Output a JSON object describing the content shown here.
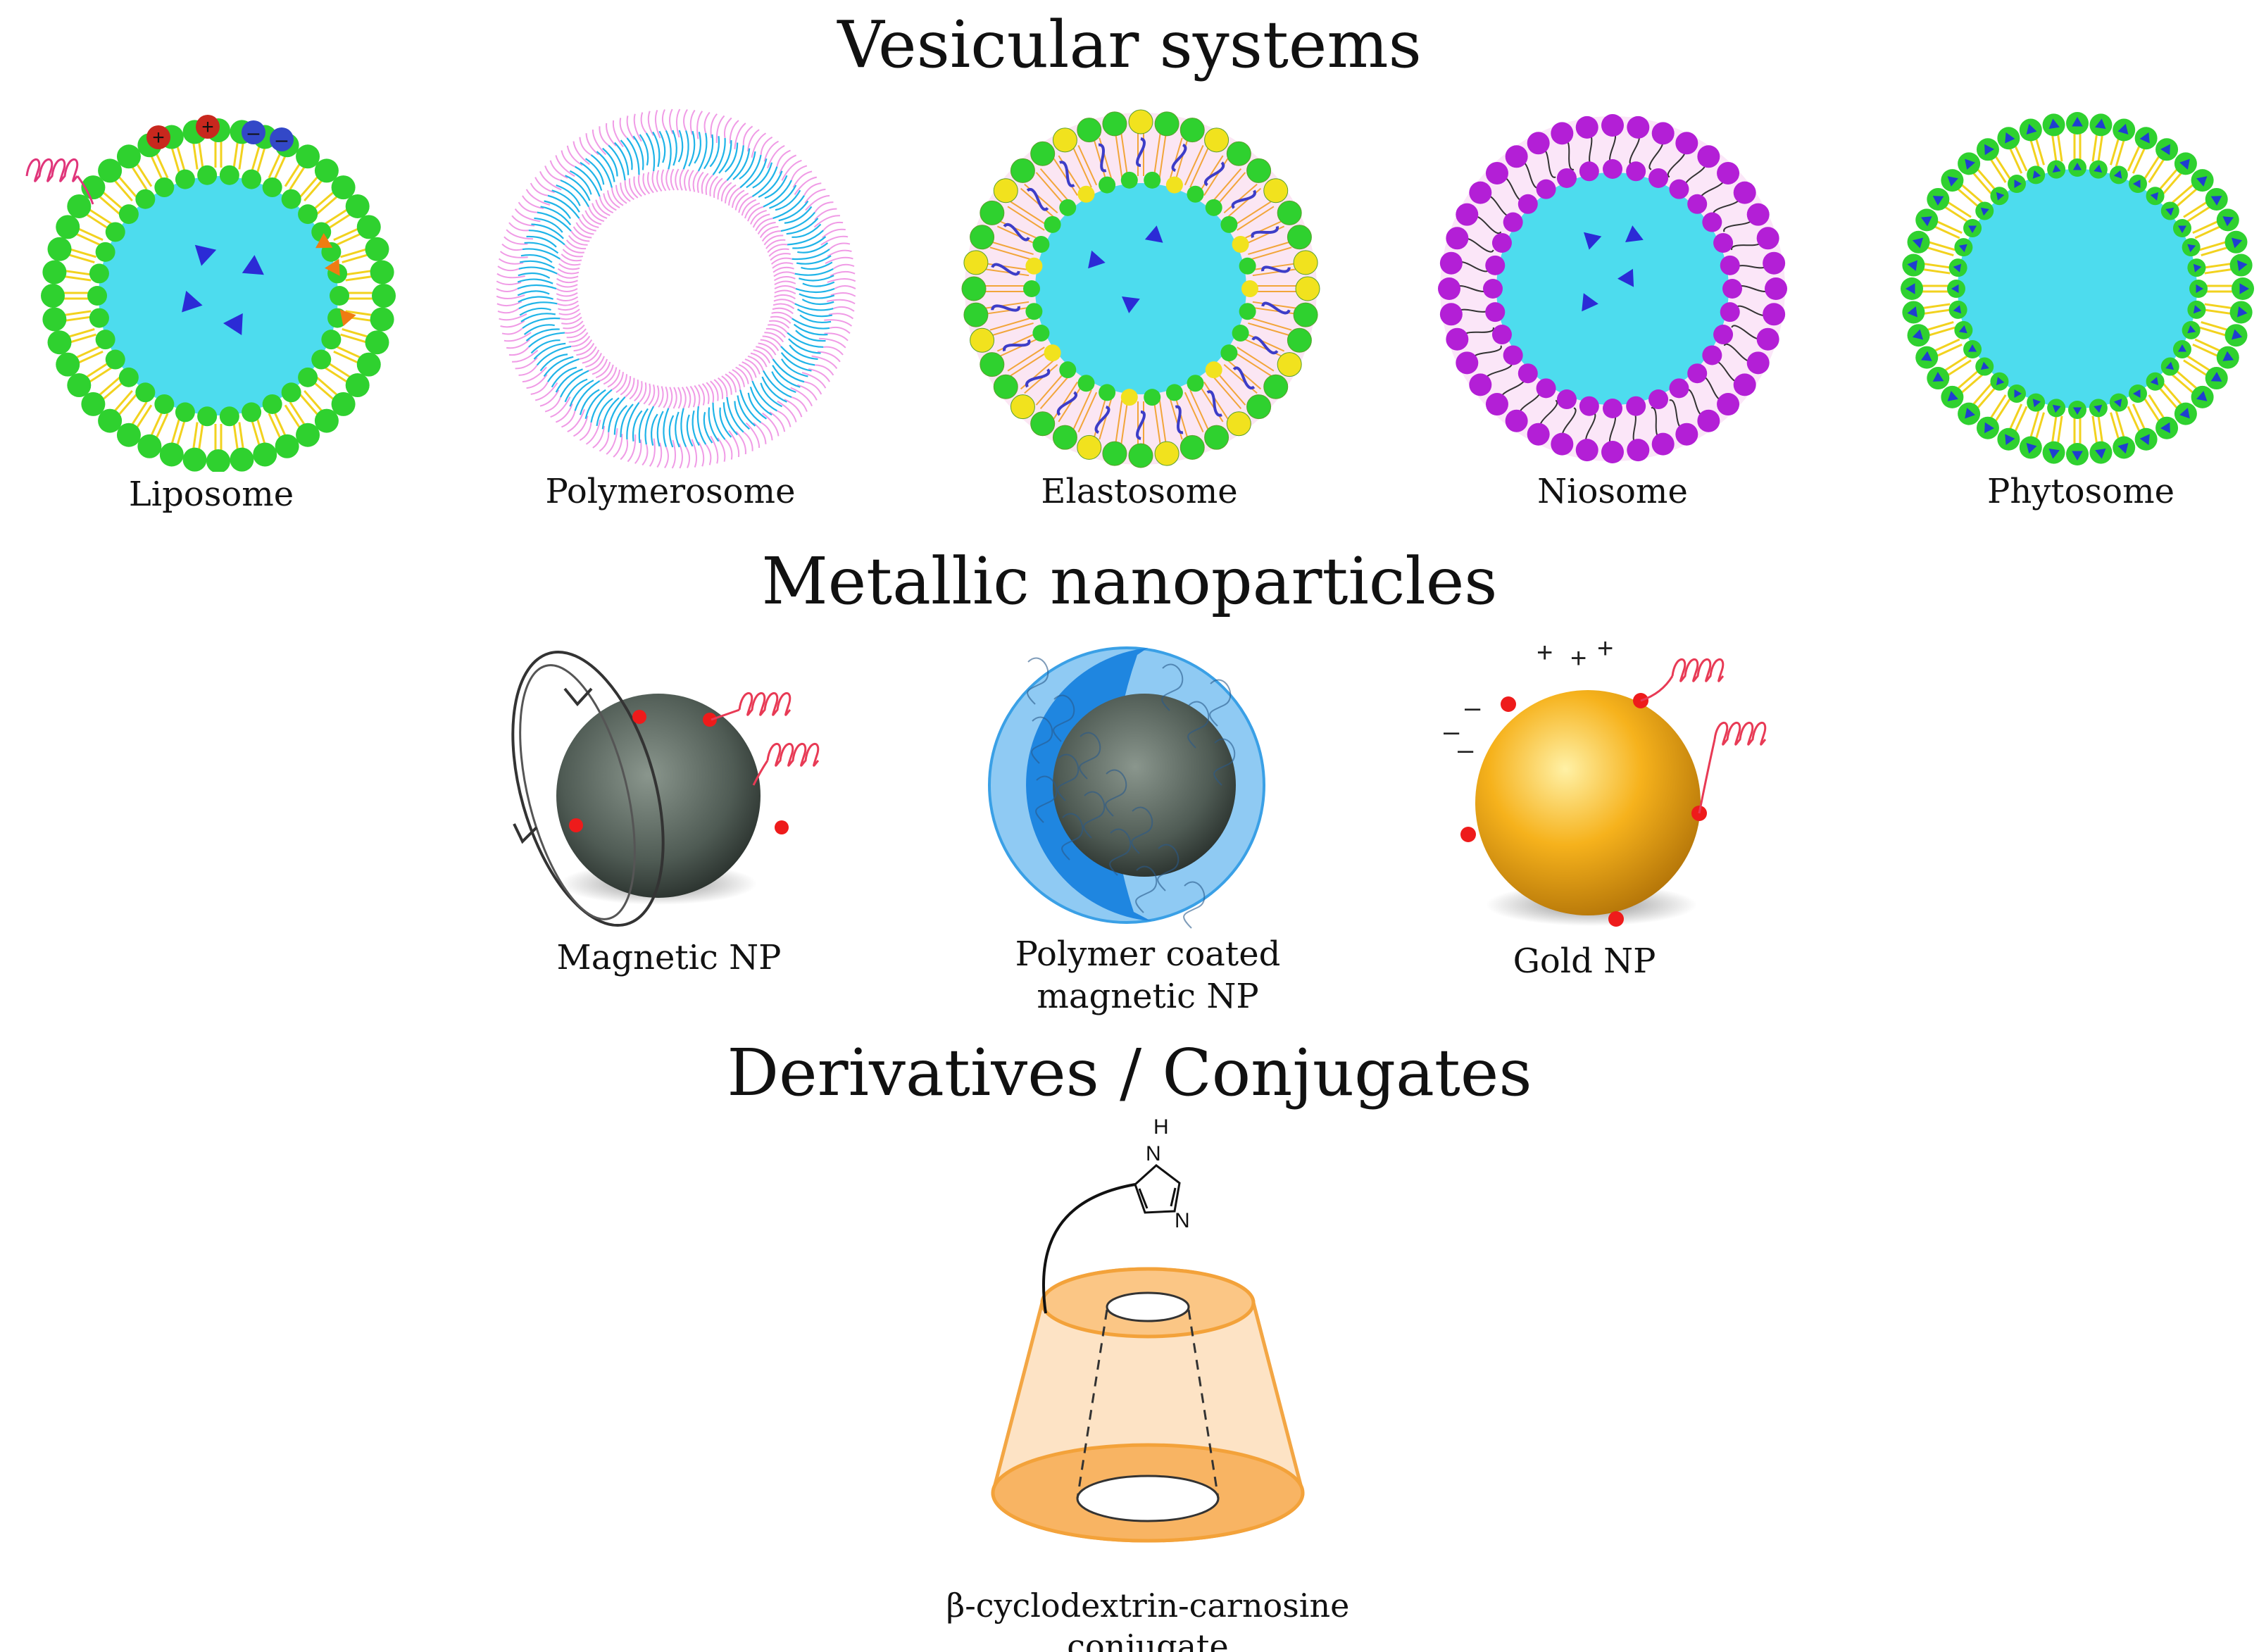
{
  "headings": {
    "vesicular": "Vesicular systems",
    "metallic": "Metallic nanoparticles",
    "derivatives": "Derivatives / Conjugates"
  },
  "vesicles": [
    {
      "id": "liposome",
      "label": "Liposome"
    },
    {
      "id": "polymerosome",
      "label": "Polymerosome"
    },
    {
      "id": "elastosome",
      "label": "Elastosome"
    },
    {
      "id": "niosome",
      "label": "Niosome"
    },
    {
      "id": "phytosome",
      "label": "Phytosome"
    }
  ],
  "nanoparticles": [
    {
      "id": "magnetic",
      "label": "Magnetic NP"
    },
    {
      "id": "polymer-coated",
      "label": "Polymer coated magnetic NP"
    },
    {
      "id": "gold",
      "label": "Gold NP"
    }
  ],
  "conjugate": {
    "label": "β-cyclodextrin-carnosine conjugate",
    "atom_nh": "H",
    "atom_n1": "N",
    "atom_n2": "N"
  },
  "charges": {
    "plus": "+",
    "minus": "–"
  },
  "colors": {
    "green": "#2fd12f",
    "cyan": "#4ddcee",
    "yellow": "#f2d21e",
    "purple": "#b31fd6",
    "blue_drug": "#2b2bd6",
    "orange": "#f3a23a",
    "gold": "#f6b21c",
    "steel": "#5f6b63",
    "coat_blue": "#1f86e0"
  }
}
